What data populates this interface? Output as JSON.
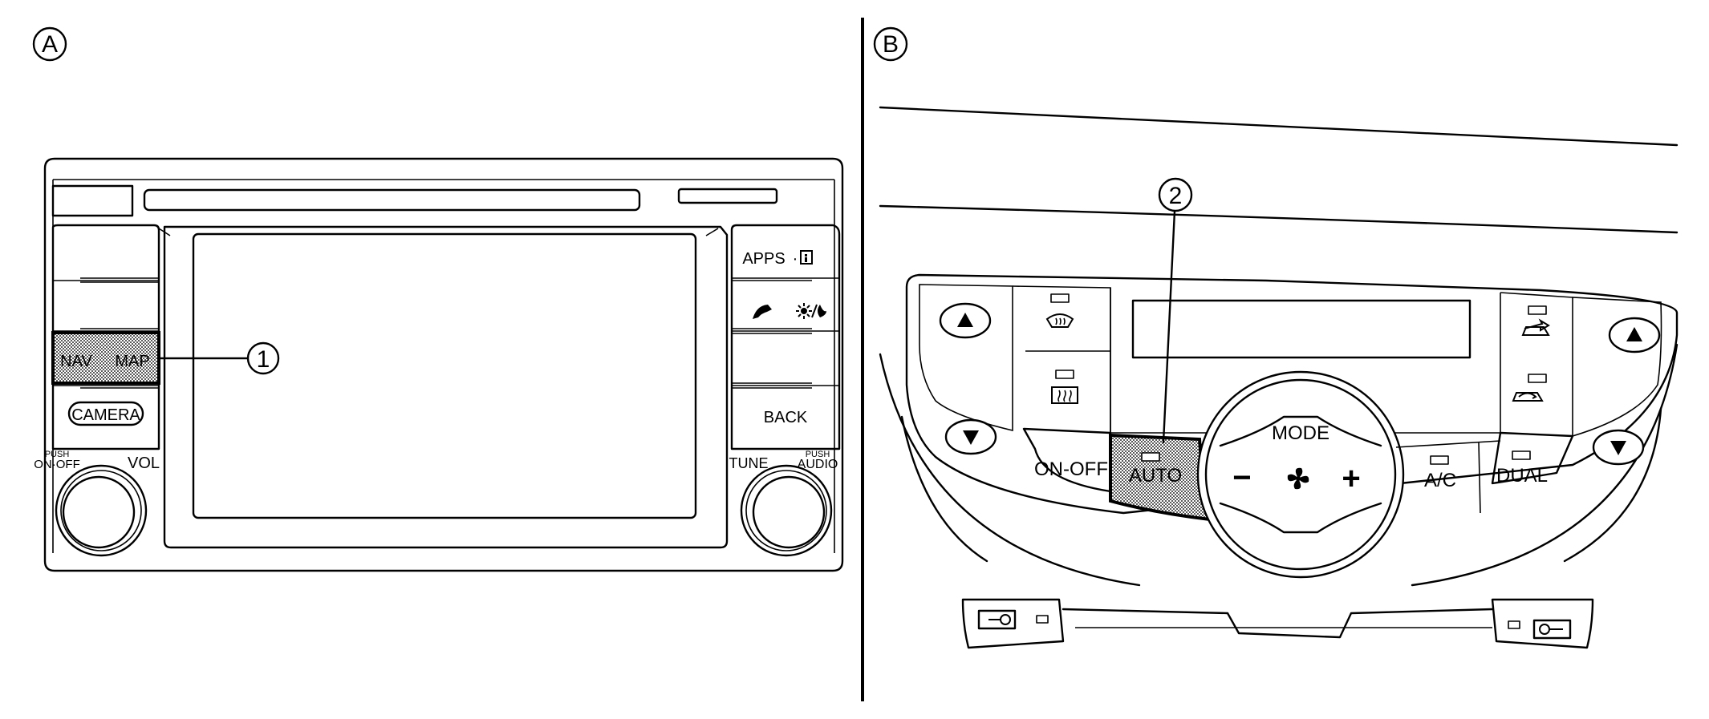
{
  "panel_a": {
    "label": "A",
    "buttons": {
      "nav": "NAV",
      "map": "MAP",
      "camera": "CAMERA",
      "apps": "APPS",
      "back": "BACK"
    },
    "knobs": {
      "power_push": "PUSH",
      "power": "ON·OFF",
      "volume": "VOL",
      "tune": "TUNE",
      "audio_push": "PUSH",
      "audio": "AUDIO"
    },
    "callout": "1"
  },
  "panel_b": {
    "label": "B",
    "buttons": {
      "on_off": "ON-OFF",
      "auto": "AUTO",
      "mode": "MODE",
      "fan_minus": "−",
      "fan_plus": "+",
      "ac": "A/C",
      "dual": "DUAL"
    },
    "callout": "2"
  },
  "icons": [
    "info-icon",
    "phone-icon",
    "brightness-icon",
    "up-arrow-icon",
    "down-arrow-icon",
    "front-defrost-icon",
    "rear-defrost-icon",
    "fan-icon",
    "outside-air-icon",
    "recirculation-icon",
    "key-icon"
  ],
  "colors": {
    "ink": "#000000",
    "highlight_fill": "#9a9a9a",
    "background": "#ffffff"
  }
}
